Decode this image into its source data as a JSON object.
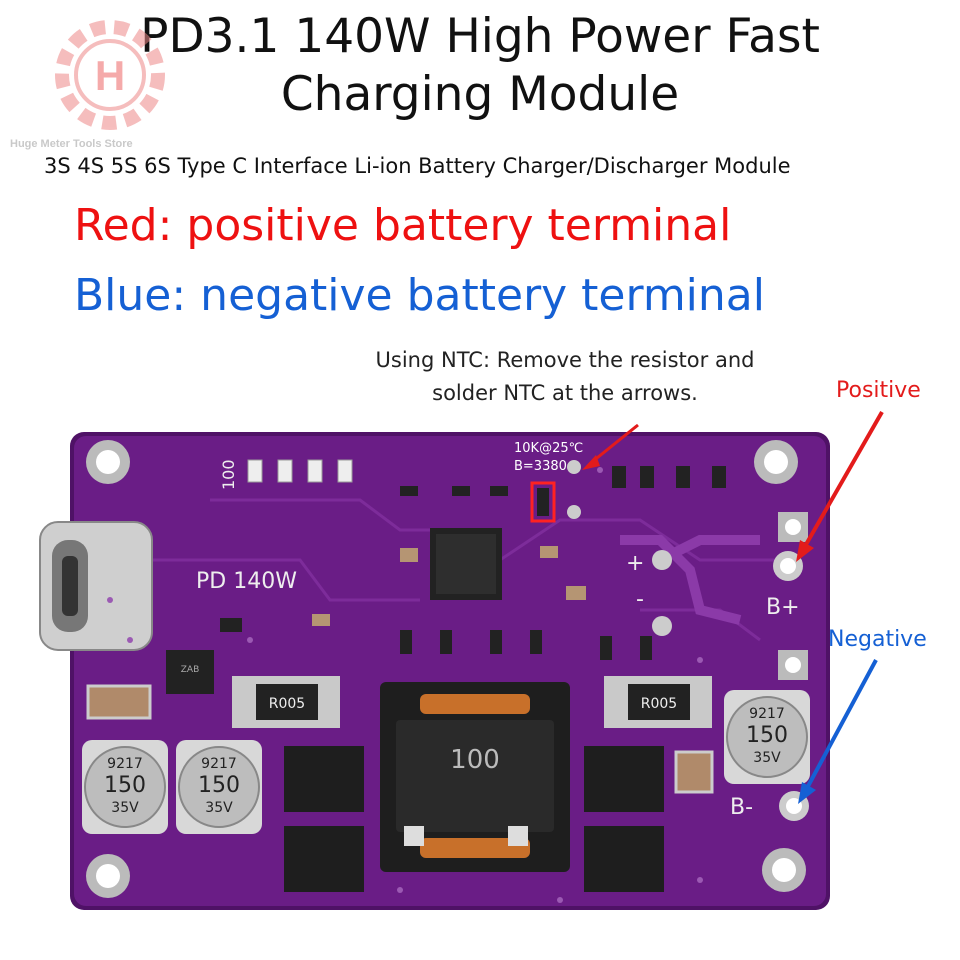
{
  "header": {
    "title_line1": "PD3.1 140W High Power Fast",
    "title_line2": "Charging Module",
    "subtitle": "3S 4S 5S 6S Type C Interface Li-ion Battery Charger/Discharger Module",
    "store_name": "Huge Meter Tools Store",
    "logo_letter": "H"
  },
  "legend": {
    "red": "Red: positive battery terminal",
    "blue": "Blue: negative battery terminal"
  },
  "annotations": {
    "ntc_line1": "Using NTC: Remove the resistor and",
    "ntc_line2": "solder NTC at the arrows.",
    "positive": "Positive",
    "negative": "Negative"
  },
  "board": {
    "ntc_spec1": "10K@25℃",
    "ntc_spec2": "B=3380",
    "pd_label": "PD 140W",
    "inductor_label": "100",
    "resistor_label": "R005",
    "bplus": "B+",
    "bminus": "B-",
    "plus_sign": "+",
    "minus_sign": "-",
    "marking_100": "100",
    "cap_marking_1": "9217",
    "cap_marking_2": "150",
    "cap_marking_3": "35V",
    "ic_marking": "ZAB"
  },
  "colors": {
    "pcb": "#6a1d86",
    "pcb_dark": "#4f1266",
    "red_text": "#ee1111",
    "blue_text": "#1560d4",
    "arrow_red": "#e31b1b",
    "arrow_blue": "#1560d4"
  }
}
